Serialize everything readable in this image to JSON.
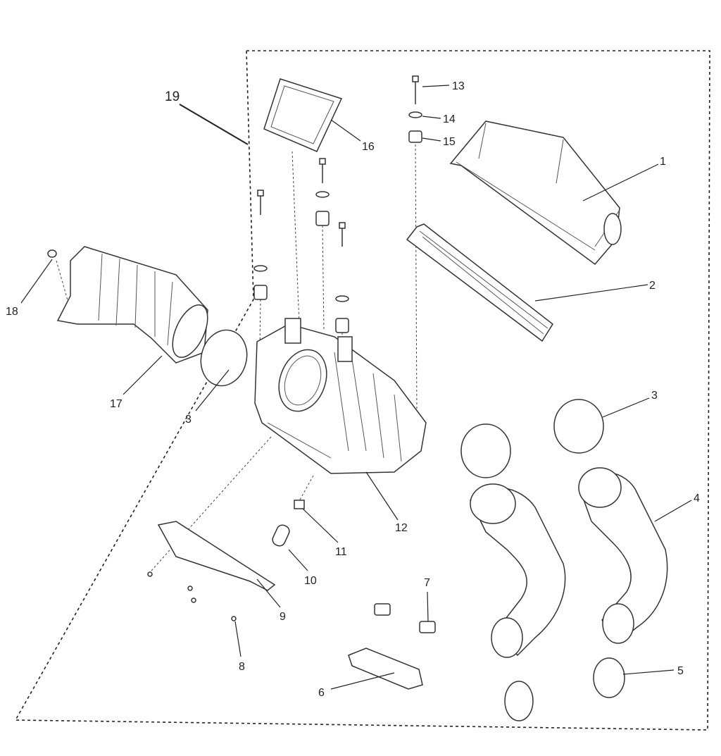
{
  "diagram": {
    "type": "exploded-parts-view",
    "callouts": [
      {
        "id": "c19",
        "label": "19"
      },
      {
        "id": "c16",
        "label": "16"
      },
      {
        "id": "c13",
        "label": "13"
      },
      {
        "id": "c14",
        "label": "14"
      },
      {
        "id": "c15",
        "label": "15"
      },
      {
        "id": "c1",
        "label": "1"
      },
      {
        "id": "c2",
        "label": "2"
      },
      {
        "id": "c18",
        "label": "18"
      },
      {
        "id": "c17",
        "label": "17"
      },
      {
        "id": "c3a",
        "label": "3"
      },
      {
        "id": "c3b",
        "label": "3"
      },
      {
        "id": "c4",
        "label": "4"
      },
      {
        "id": "c12",
        "label": "12"
      },
      {
        "id": "c11",
        "label": "11"
      },
      {
        "id": "c10",
        "label": "10"
      },
      {
        "id": "c9",
        "label": "9"
      },
      {
        "id": "c7",
        "label": "7"
      },
      {
        "id": "c8",
        "label": "8"
      },
      {
        "id": "c6",
        "label": "6"
      },
      {
        "id": "c5",
        "label": "5"
      }
    ]
  }
}
